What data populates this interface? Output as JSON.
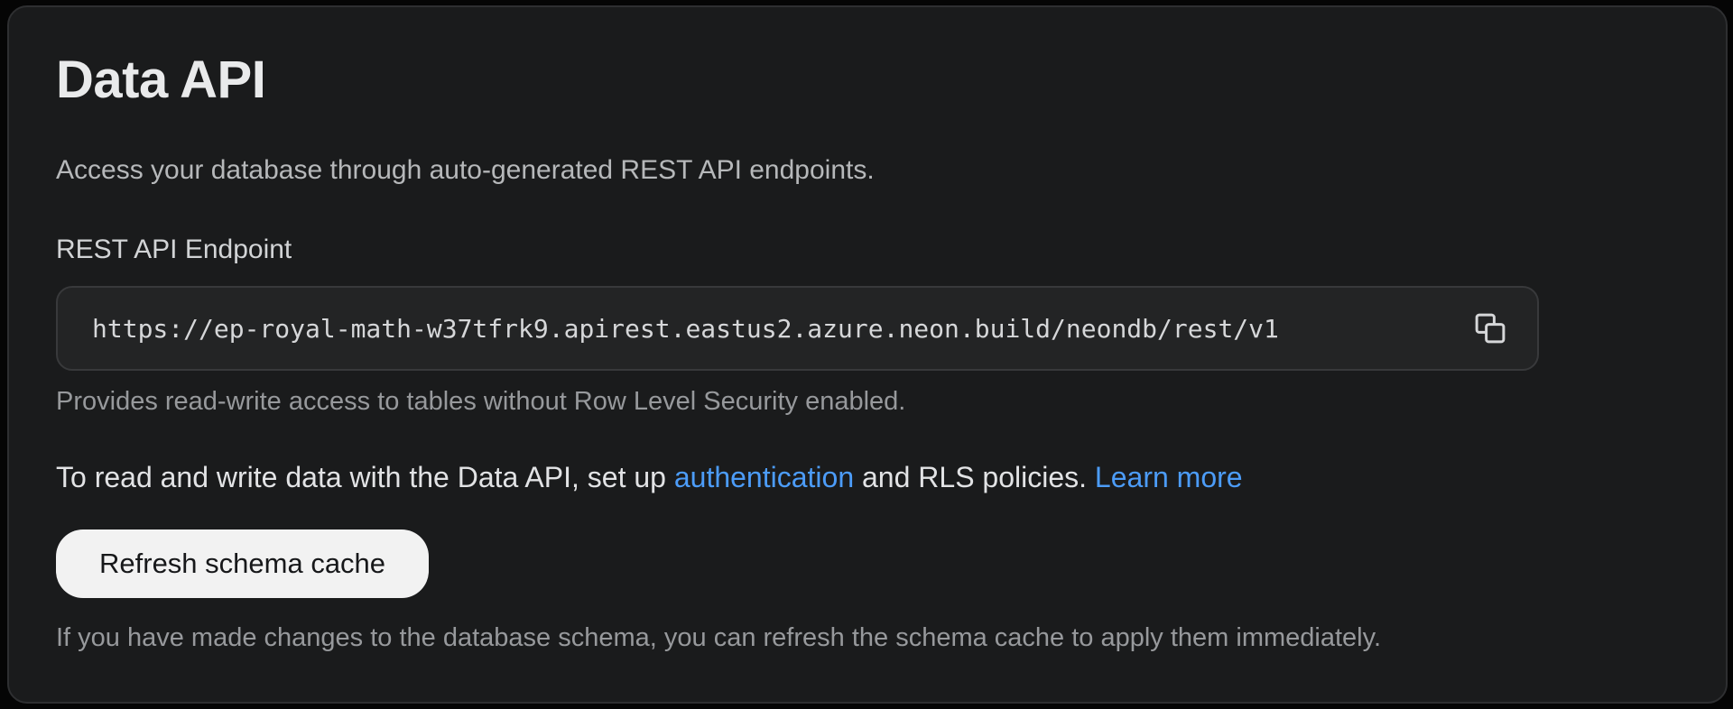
{
  "colors": {
    "page_bg": "#050505",
    "panel_bg": "#1a1b1c",
    "panel_border": "#2e2f31",
    "link_blue": "#4c9cf8",
    "button_bg": "#f2f2f2"
  },
  "header": {
    "title": "Data API",
    "description": "Access your database through auto-generated REST API endpoints."
  },
  "endpoint": {
    "label": "REST API Endpoint",
    "url": "https://ep-royal-math-w37tfrk9.apirest.eastus2.azure.neon.build/neondb/rest/v1",
    "copy_icon": "copy-icon",
    "hint": "Provides read-write access to tables without Row Level Security enabled."
  },
  "rls_note": {
    "text_before": "To read and write data with the Data API, set up ",
    "auth_link_label": "authentication",
    "text_middle": " and RLS policies. ",
    "learn_more_label": "Learn more"
  },
  "schema_cache": {
    "refresh_button_label": "Refresh schema cache",
    "hint": "If you have made changes to the database schema, you can refresh the schema cache to apply them immediately."
  }
}
